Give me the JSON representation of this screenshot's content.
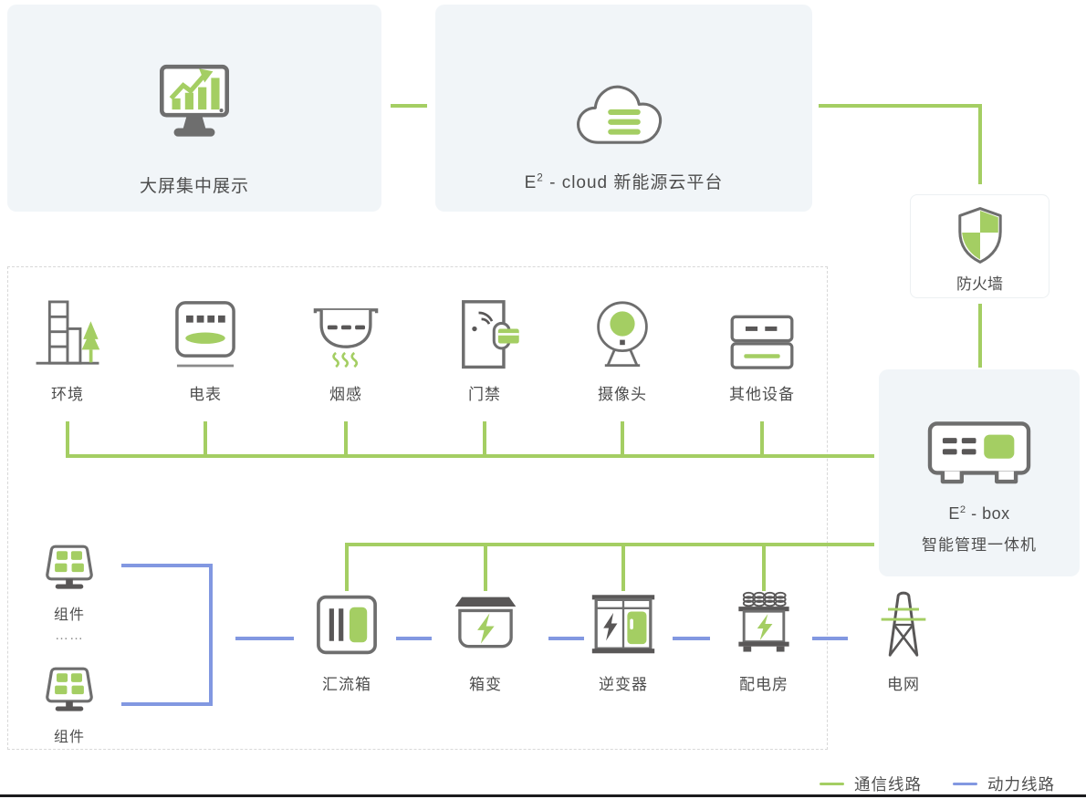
{
  "palette": {
    "communication_green": "#a4ce63",
    "power_blue": "#8298e1",
    "card_background": "#f1f5f8",
    "icon_dark": "#595757",
    "icon_outline": "#6e6e6e",
    "text": "#4d4d4d"
  },
  "top_cards": {
    "display": {
      "label": "大屏集中展示"
    },
    "cloud": {
      "name_prefix": "E",
      "name_sup": "2",
      "name_rest": " - cloud 新能源云平台"
    }
  },
  "firewall": {
    "label": "防火墙"
  },
  "e2box": {
    "name_prefix": "E",
    "name_sup": "2",
    "name_rest": " - box",
    "subtitle": "智能管理一体机"
  },
  "devices": [
    {
      "label": "环境"
    },
    {
      "label": "电表"
    },
    {
      "label": "烟感"
    },
    {
      "label": "门禁"
    },
    {
      "label": "摄像头"
    },
    {
      "label": "其他设备"
    }
  ],
  "modules": {
    "top_label": "组件",
    "ellipsis": "……",
    "bottom_label": "组件"
  },
  "power_chain": [
    {
      "label": "汇流箱"
    },
    {
      "label": "箱变"
    },
    {
      "label": "逆变器"
    },
    {
      "label": "配电房"
    }
  ],
  "grid": {
    "label": "电网"
  },
  "legend": {
    "communication": {
      "label": "通信线路",
      "color": "#a4ce63"
    },
    "power": {
      "label": "动力线路",
      "color": "#8298e1"
    }
  }
}
